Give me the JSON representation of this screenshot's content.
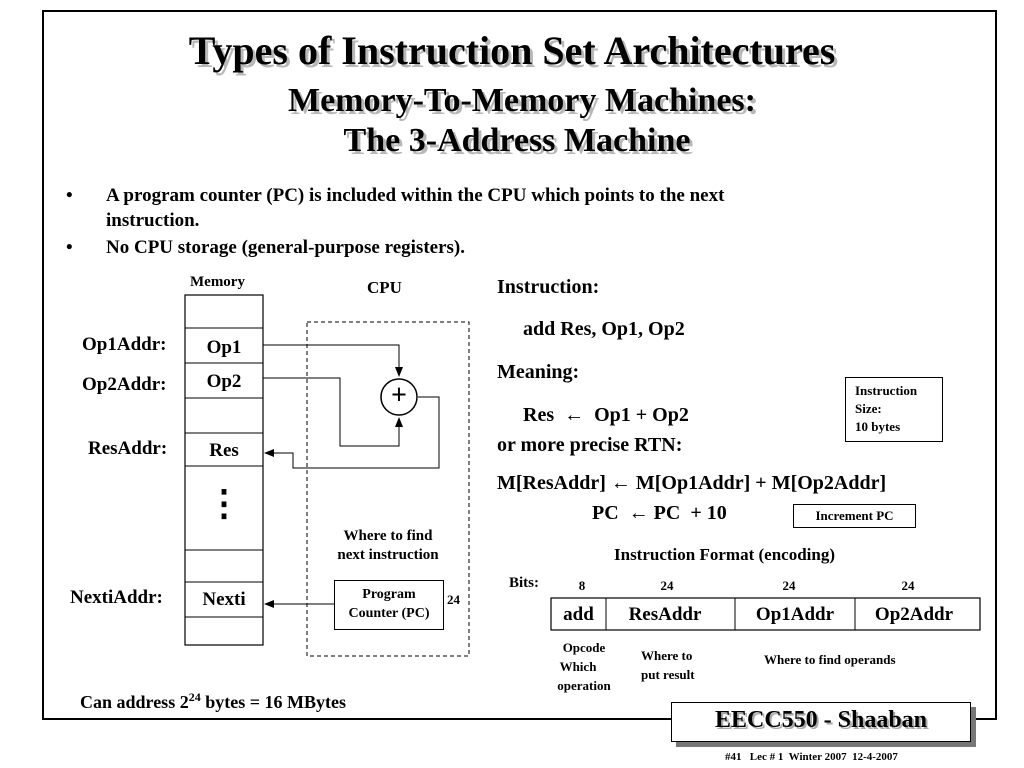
{
  "title": {
    "line1": "Types of Instruction Set Architectures",
    "line2": "Memory-To-Memory Machines:",
    "line3": "The 3-Address Machine"
  },
  "bullets": {
    "marker": "•",
    "b1_line1": "A program counter (PC) is included within the CPU which points to the next",
    "b1_line2": "instruction.",
    "b2": "No CPU storage (general-purpose registers)."
  },
  "diagram": {
    "memory_label": "Memory",
    "cpu_label": "CPU",
    "addr_labels": {
      "op1": "Op1Addr:",
      "op2": "Op2Addr:",
      "res": "ResAddr:",
      "nexti": "NextiAddr:"
    },
    "cells": {
      "op1": "Op1",
      "op2": "Op2",
      "res": "Res",
      "nexti": "Nexti"
    },
    "ellipsis": "⋮",
    "adder_symbol": "+",
    "where_next_line1": "Where to find",
    "where_next_line2": "next instruction",
    "pc_line1": "Program",
    "pc_line2": "Counter (PC)",
    "pc_bits": "24",
    "can_address_prefix": "Can address 2",
    "can_address_exp": "24",
    "can_address_suffix": " bytes = 16 MBytes"
  },
  "instruction": {
    "heading": "Instruction:",
    "code": "add Res, Op1, Op2",
    "meaning_heading": "Meaning:",
    "meaning": "Res  ←  Op1 + Op2",
    "rtn_heading": "or more precise RTN:",
    "rtn_line1": "M[ResAddr] ← M[Op1Addr] + M[Op2Addr]",
    "rtn_line2": "PC  ← PC  + 10",
    "increment_pc": "Increment PC",
    "size_line1": "Instruction",
    "size_line2": "Size:",
    "size_line3": "10 bytes"
  },
  "format": {
    "heading": "Instruction Format (encoding)",
    "bits_label": "Bits:",
    "bits": [
      "8",
      "24",
      "24",
      "24"
    ],
    "fields": [
      "add",
      "ResAddr",
      "Op1Addr",
      "Op2Addr"
    ],
    "opcode_line1": "Opcode",
    "opcode_line2": "Which",
    "opcode_line3": "operation",
    "result_line1": "Where to",
    "result_line2": "put result",
    "operands": "Where to find operands"
  },
  "footer": {
    "course": "EECC550 - Shaaban",
    "lecture": "#41   Lec # 1  Winter 2007  12-4-2007"
  }
}
